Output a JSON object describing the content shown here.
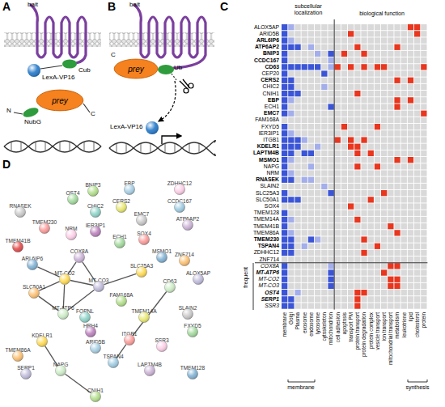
{
  "diagram": {
    "nodes": [
      {
        "text": [
          "prey"
        ]
      },
      {
        "text": [
          "prey"
        ]
      },
      {
        "text": [
          "RNASEK"
        ]
      },
      {
        "text": [
          "OST4"
        ]
      },
      {
        "text": [
          "TMEM230"
        ]
      },
      {
        "text": [
          "NRM"
        ]
      },
      {
        "text": [
          "TMEM41B"
        ]
      },
      {
        "text": [
          "COX8A"
        ]
      },
      {
        "text": [
          "ARL6IP6"
        ]
      },
      {
        "text": [
          "MT-CO2"
        ]
      },
      {
        "text": [
          "SLC50A1"
        ]
      },
      {
        "text": [
          "MT-CO3"
        ]
      },
      {
        "text": [
          "MT-ATP6"
        ]
      },
      {
        "text": [
          "BNIP3"
        ]
      },
      {
        "text": [
          "CHIC2"
        ]
      },
      {
        "text": [
          "IER3IP1"
        ]
      },
      {
        "text": [
          "EBP"
        ]
      },
      {
        "text": [
          "CERS2"
        ]
      },
      {
        "text": [
          "EMC7"
        ]
      },
      {
        "text": [
          "ECH1"
        ]
      },
      {
        "text": [
          "SOX4"
        ]
      },
      {
        "text": [
          "ZDHHC12"
        ]
      },
      {
        "text": [
          "CCDC167"
        ]
      },
      {
        "text": [
          "ATP6AP2"
        ]
      },
      {
        "text": [
          "MSMO1"
        ]
      },
      {
        "text": [
          "SLC25A3"
        ]
      },
      {
        "text": [
          "ZNF714"
        ]
      },
      {
        "text": [
          "ALOX5AP"
        ]
      },
      {
        "text": [
          "CD63"
        ]
      },
      {
        "text": [
          "FAM168A"
        ]
      },
      {
        "text": [
          "FOPNL"
        ]
      },
      {
        "text": [
          "HRH4"
        ]
      },
      {
        "text": [
          "ARID5B"
        ]
      },
      {
        "text": [
          "TMEM14A"
        ]
      },
      {
        "text": [
          "SLAIN2"
        ]
      },
      {
        "text": [
          "FXYD5"
        ]
      },
      {
        "text": [
          "ITGB1"
        ]
      },
      {
        "text": [
          "SSR3"
        ]
      },
      {
        "text": [
          "TSPAN4"
        ]
      },
      {
        "text": [
          "LAPTM4B"
        ]
      },
      {
        "text": [
          "TMEM128"
        ]
      },
      {
        "text": [
          "KDELR1"
        ]
      },
      {
        "text": [
          "TMEM86A"
        ]
      },
      {
        "text": [
          "SERP1"
        ]
      },
      {
        "text": [
          "NAPG"
        ]
      },
      {
        "text": [
          "CNIH1"
        ]
      }
    ],
    "edges": [
      {
        "from": 7,
        "to": 9,
        "arrow": "none"
      },
      {
        "from": 7,
        "to": 11,
        "arrow": "none"
      },
      {
        "from": 9,
        "to": 11,
        "arrow": "none"
      },
      {
        "from": 9,
        "to": 12,
        "arrow": "none"
      },
      {
        "from": 11,
        "to": 12,
        "arrow": "none"
      },
      {
        "from": 10,
        "to": 9,
        "arrow": "none"
      },
      {
        "from": 10,
        "to": 12,
        "arrow": "none"
      },
      {
        "from": 8,
        "to": 9,
        "arrow": "none"
      },
      {
        "from": 11,
        "to": 25,
        "arrow": "none"
      },
      {
        "from": 28,
        "to": 36,
        "arrow": "none"
      },
      {
        "from": 36,
        "to": 38,
        "arrow": "none"
      },
      {
        "from": 41,
        "to": 44,
        "arrow": "none"
      },
      {
        "from": 44,
        "to": 45,
        "arrow": "none"
      }
    ],
    "labels": [
      "A",
      "bait",
      "Cub",
      "LexA-VP16",
      "N",
      "NubG",
      "C",
      "B",
      "bait",
      "C",
      "Ub",
      "LexA-VP16",
      "C",
      "subcellular localization",
      "biological function",
      "ALOX5AP",
      "ARID5B",
      "ARL6IP6",
      "ATP6AP2",
      "BNIP3",
      "CCDC167",
      "CD63",
      "CEP20",
      "CERS2",
      "CHIC2",
      "CNIH1",
      "EBP",
      "ECH1",
      "EMC7",
      "FAM168A",
      "FXYD5",
      "IER3IP1",
      "ITGB1",
      "KDELR1",
      "LAPTM4B",
      "MSMO1",
      "NAPG",
      "NRM",
      "RNASEK",
      "SLAIN2",
      "SLC25A3",
      "SLC50A1",
      "SOX4",
      "TMEM128",
      "TMEM14A",
      "TMEM41B",
      "TMEM86A",
      "TMEM230",
      "TSPAN4",
      "ZDHHC12",
      "ZNF714",
      "COX8A",
      "MT-ATP6",
      "MT-CO2",
      "MT-CO3",
      "OST4",
      "SERP1",
      "SSR3",
      "frequent",
      "membrane",
      "Golgi",
      "Plasma",
      "exosome",
      "endosome",
      "lysosome",
      "cytoskeleton",
      "mitochondrion",
      "cell adhesion",
      "apoptosis",
      "transport PM",
      "protein transport",
      "protein degradation",
      "protein complex",
      "vesicle transport",
      "ion transport",
      "mitochondrial transport",
      "metabolism",
      "leukotriene",
      "lipid",
      "cholesterol",
      "protein",
      "membrane",
      "synthesis",
      "D"
    ]
  }
}
